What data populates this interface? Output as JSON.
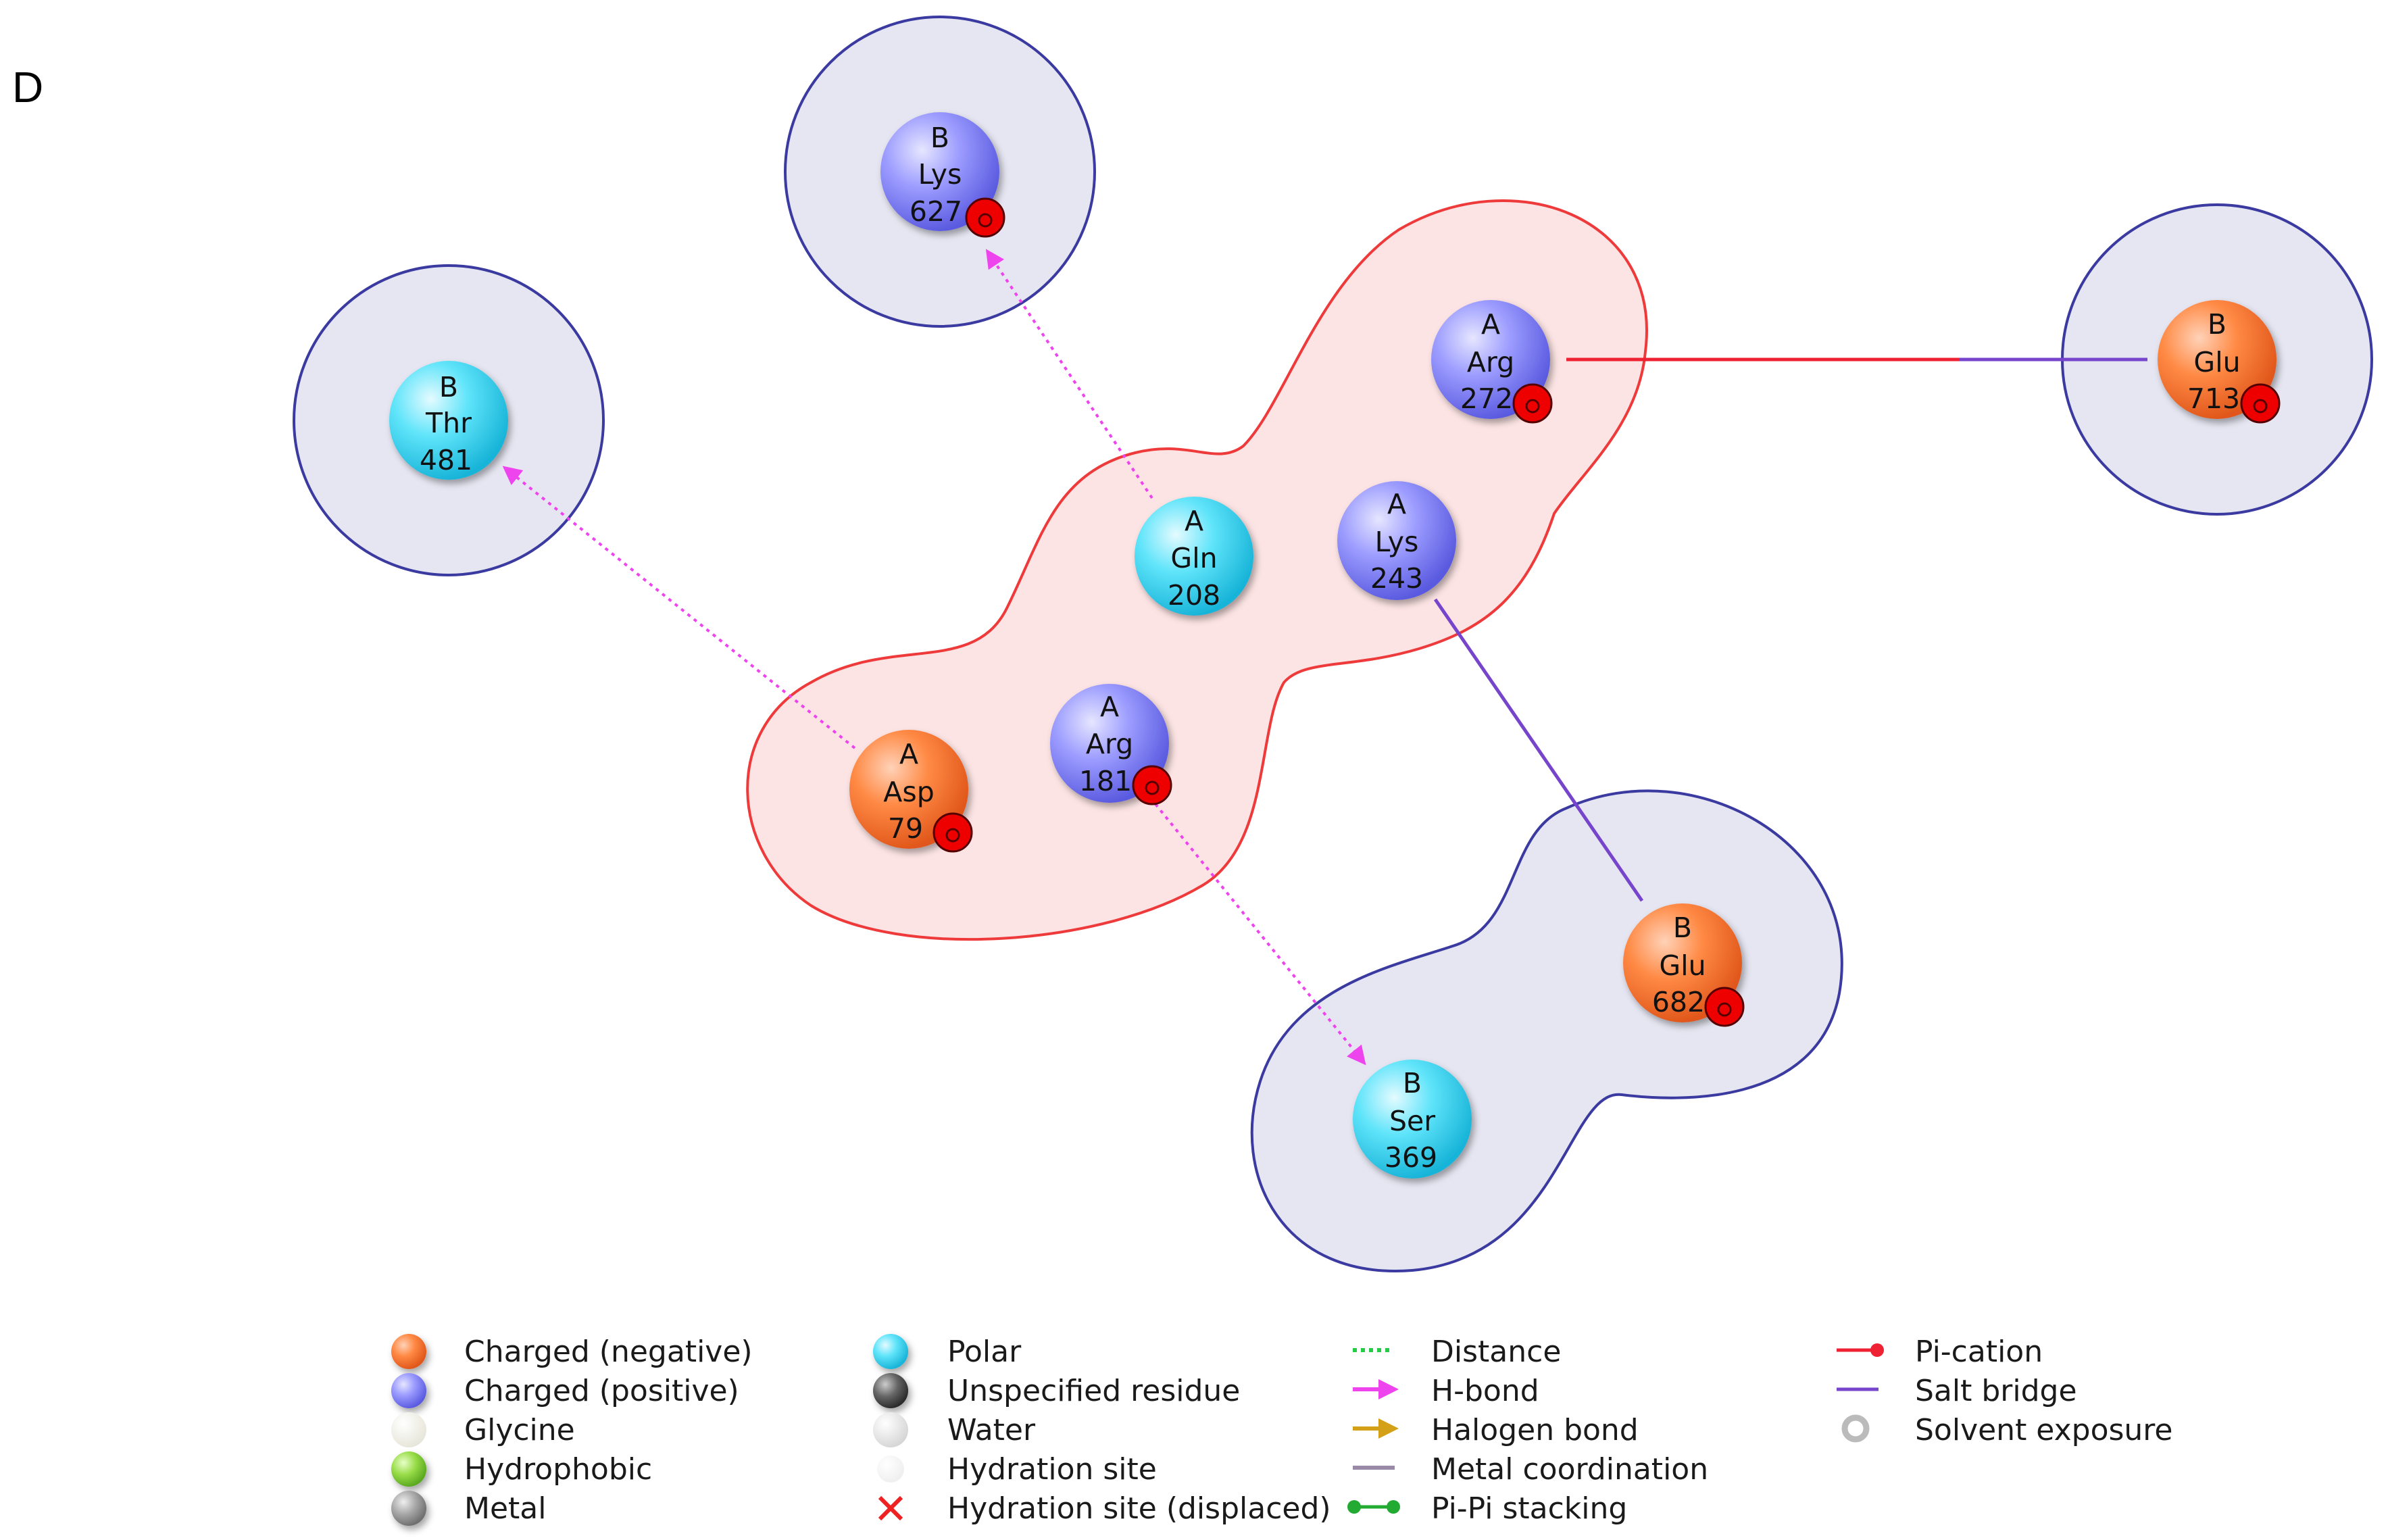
{
  "panel_label": "D",
  "colors": {
    "negative": "#ff7a33",
    "positive": "#8a8aff",
    "polar": "#46dcf5",
    "ligand_region_fill": "#fde4e4",
    "ligand_region_stroke": "#ee3a3a",
    "partner_region_fill": "#e6e6f2",
    "partner_region_stroke": "#3a3aa0",
    "hbond": "#ee44ee",
    "salt_bridge": "#7744cc",
    "pi_cation": "#ee2233",
    "badge": "#ee0000"
  },
  "residues": [
    {
      "id": "B-Lys-627",
      "chain": "B",
      "name": "Lys",
      "number": "627",
      "type": "positive",
      "exposed": true
    },
    {
      "id": "B-Thr-481",
      "chain": "B",
      "name": "Thr",
      "number": "481",
      "type": "polar",
      "exposed": false
    },
    {
      "id": "A-Arg-272",
      "chain": "A",
      "name": "Arg",
      "number": "272",
      "type": "positive",
      "exposed": true
    },
    {
      "id": "B-Glu-713",
      "chain": "B",
      "name": "Glu",
      "number": "713",
      "type": "negative",
      "exposed": true
    },
    {
      "id": "A-Gln-208",
      "chain": "A",
      "name": "Gln",
      "number": "208",
      "type": "polar",
      "exposed": false
    },
    {
      "id": "A-Lys-243",
      "chain": "A",
      "name": "Lys",
      "number": "243",
      "type": "positive",
      "exposed": false
    },
    {
      "id": "A-Asp-79",
      "chain": "A",
      "name": "Asp",
      "number": "79",
      "type": "negative",
      "exposed": true
    },
    {
      "id": "A-Arg-181",
      "chain": "A",
      "name": "Arg",
      "number": "181",
      "type": "positive",
      "exposed": true
    },
    {
      "id": "B-Glu-682",
      "chain": "B",
      "name": "Glu",
      "number": "682",
      "type": "negative",
      "exposed": true
    },
    {
      "id": "B-Ser-369",
      "chain": "B",
      "name": "Ser",
      "number": "369",
      "type": "polar",
      "exposed": false
    }
  ],
  "interactions": [
    {
      "type": "hbond",
      "from": "A-Gln-208",
      "to": "B-Lys-627"
    },
    {
      "type": "hbond",
      "from": "A-Asp-79",
      "to": "B-Thr-481"
    },
    {
      "type": "hbond",
      "from": "A-Arg-181",
      "to": "B-Ser-369"
    },
    {
      "type": "salt_bridge",
      "from": "A-Arg-272",
      "to": "B-Glu-713"
    },
    {
      "type": "salt_bridge",
      "from": "A-Lys-243",
      "to": "B-Glu-682"
    }
  ],
  "legend": {
    "col1": [
      {
        "label": "Charged (negative)",
        "icon": "orange-ball-icon",
        "color": "#ff7a33"
      },
      {
        "label": "Charged (positive)",
        "icon": "blue-ball-icon",
        "color": "#8a8aff"
      },
      {
        "label": "Glycine",
        "icon": "glycine-ball-icon",
        "color": "#f4f4ec"
      },
      {
        "label": "Hydrophobic",
        "icon": "green-ball-icon",
        "color": "#8fd640"
      },
      {
        "label": "Metal",
        "icon": "gray-ball-icon",
        "color": "#9a9a9a"
      }
    ],
    "col2": [
      {
        "label": "Polar",
        "icon": "cyan-ball-icon",
        "color": "#46dcf5"
      },
      {
        "label": "Unspecified residue",
        "icon": "dark-ball-icon",
        "color": "#555555"
      },
      {
        "label": "Water",
        "icon": "light-ball-icon",
        "color": "#e6e6e6"
      },
      {
        "label": "Hydration site",
        "icon": "hydration-site-icon",
        "color": "#f4f4f4"
      },
      {
        "label": "Hydration site (displaced)",
        "icon": "red-cross-icon",
        "color": "#ee2222"
      }
    ],
    "col3": [
      {
        "label": "Distance",
        "icon": "dotted-line-icon",
        "color": "#22cc44"
      },
      {
        "label": "H-bond",
        "icon": "magenta-arrow-icon",
        "color": "#ee44ee"
      },
      {
        "label": "Halogen bond",
        "icon": "orange-arrow-icon",
        "color": "#d4a017"
      },
      {
        "label": "Metal coordination",
        "icon": "gray-line-icon",
        "color": "#9a8aa8"
      },
      {
        "label": "Pi-Pi stacking",
        "icon": "green-dumbbell-icon",
        "color": "#22aa33"
      }
    ],
    "col4": [
      {
        "label": "Pi-cation",
        "icon": "red-pin-icon",
        "color": "#ee2233"
      },
      {
        "label": "Salt bridge",
        "icon": "purple-line-icon",
        "color": "#7744cc"
      },
      {
        "label": "Solvent exposure",
        "icon": "halo-ring-icon",
        "color": "#bbbbbb"
      }
    ]
  }
}
